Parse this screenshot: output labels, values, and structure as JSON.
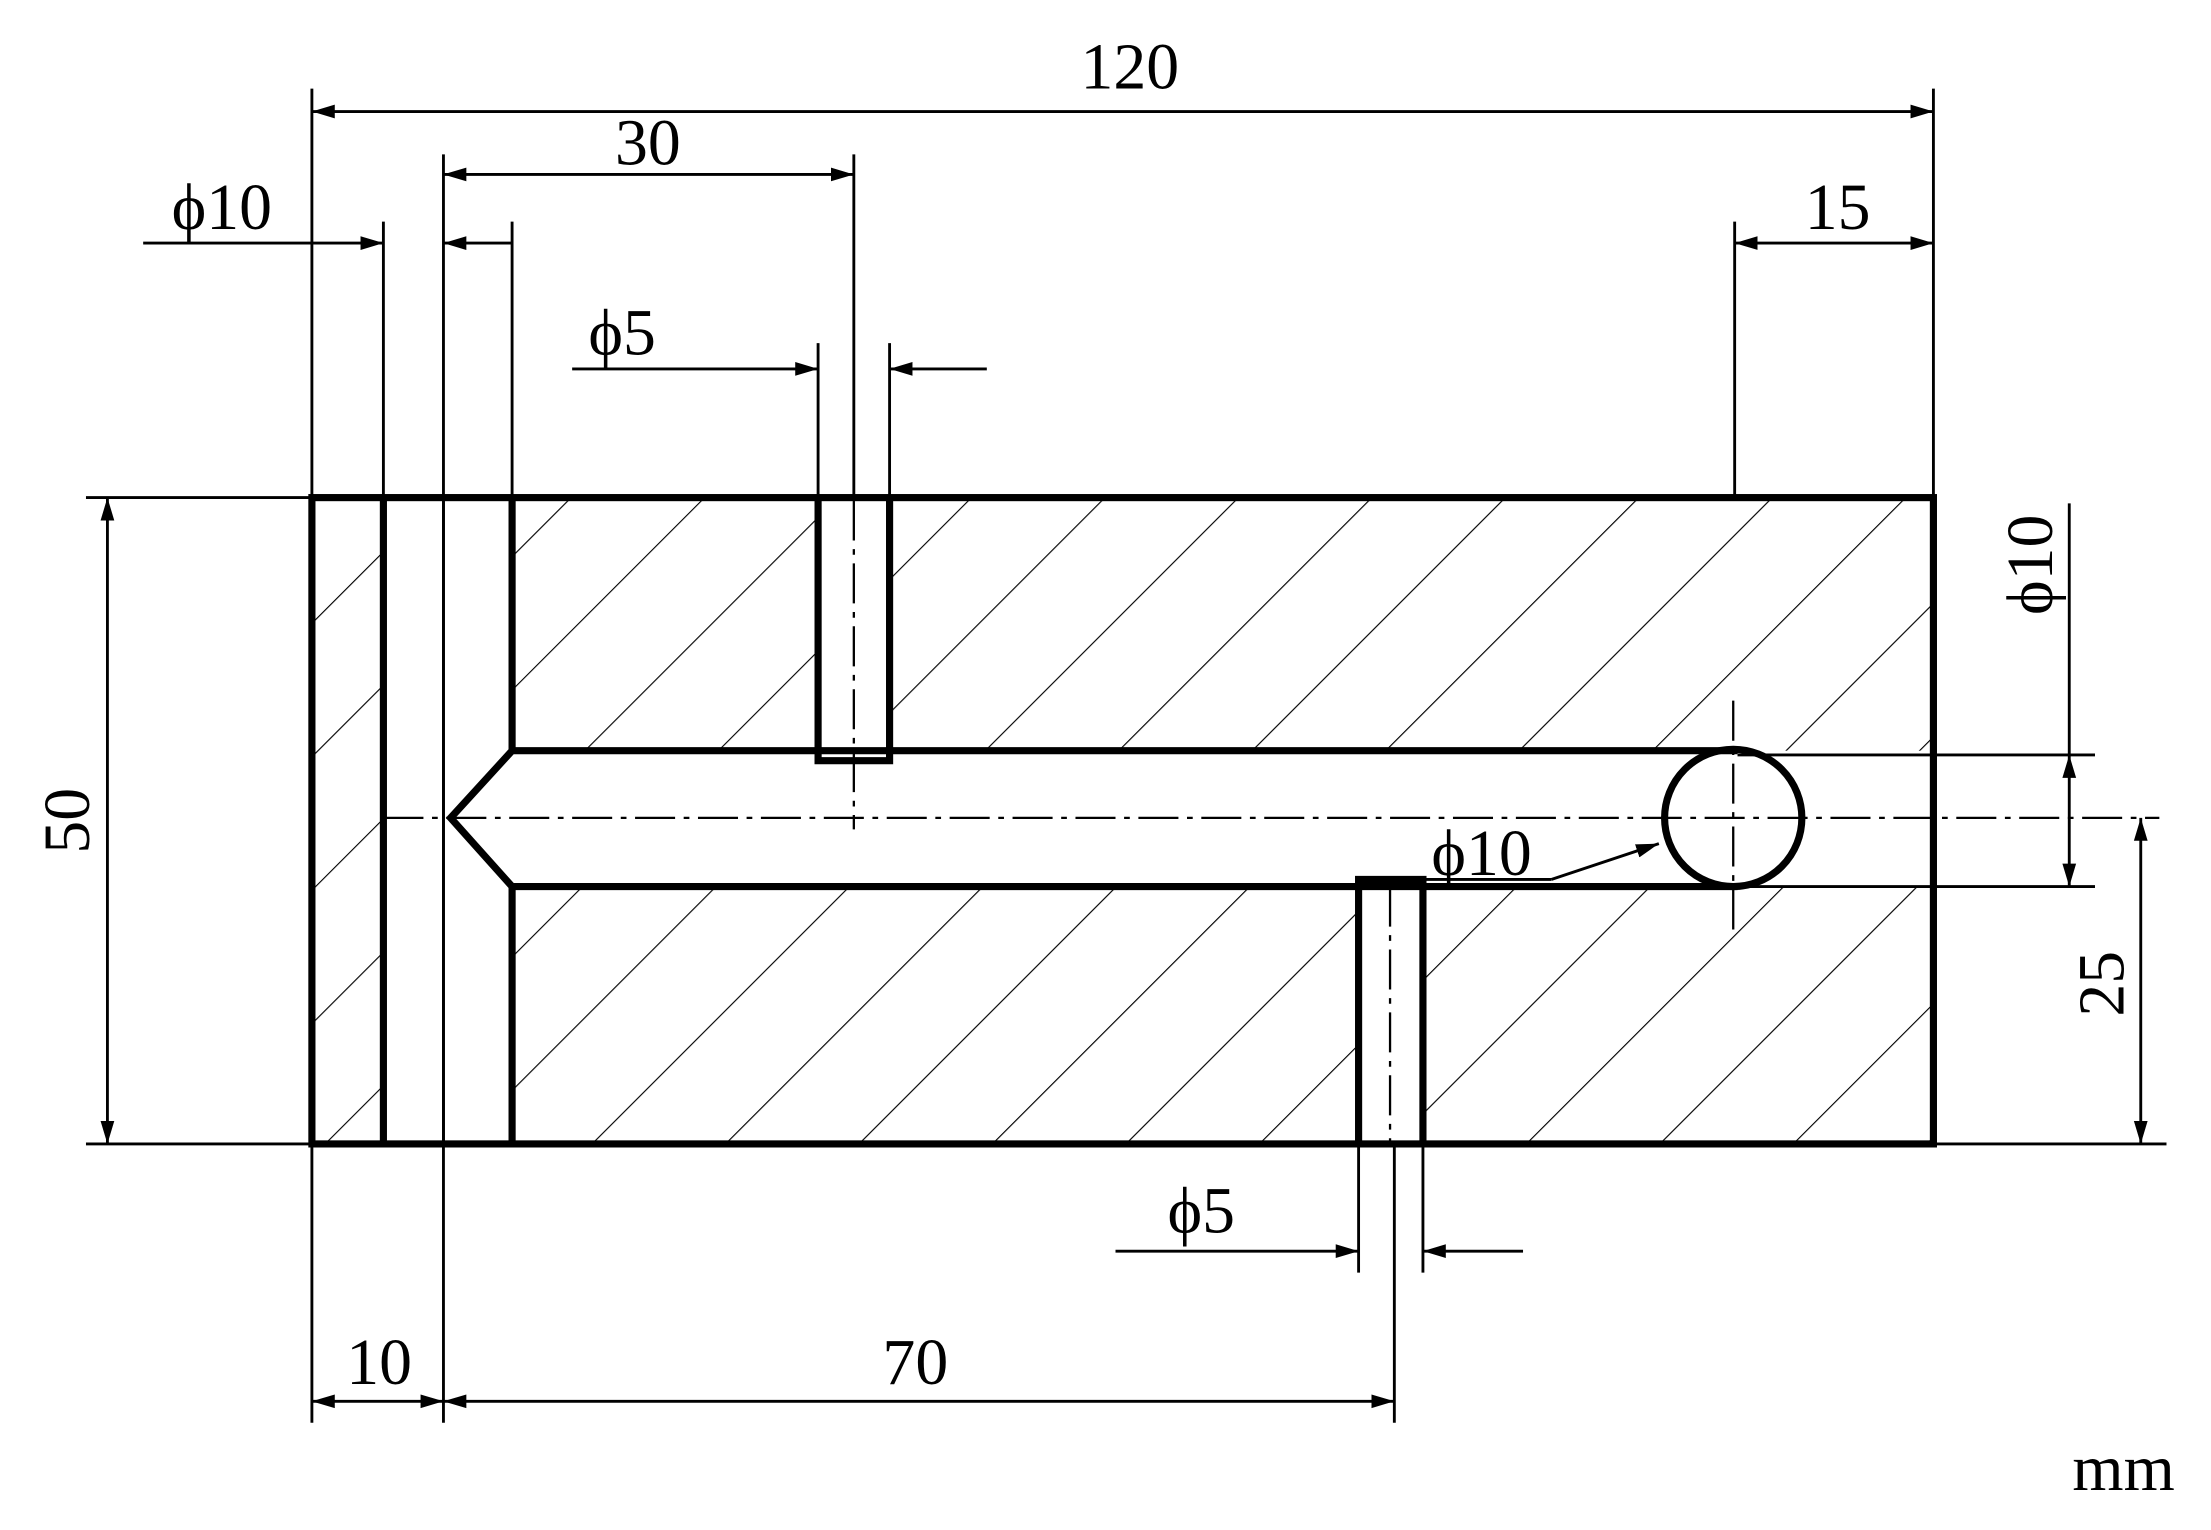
{
  "title": "Sectional drawing with drilled channels",
  "unit": "mm",
  "dimensions": {
    "overall_length": "120",
    "top_hole_position": "30",
    "left_hole_diameter": "ϕ10",
    "top_hole_diameter": "ϕ5",
    "right_offset": "15",
    "height": "50",
    "channel_diameter": "ϕ10",
    "channel_height": "25",
    "cross_hole_diameter": "ϕ10",
    "bottom_hole_diameter": "ϕ5",
    "left_wall": "10",
    "bottom_hole_position": "70"
  }
}
